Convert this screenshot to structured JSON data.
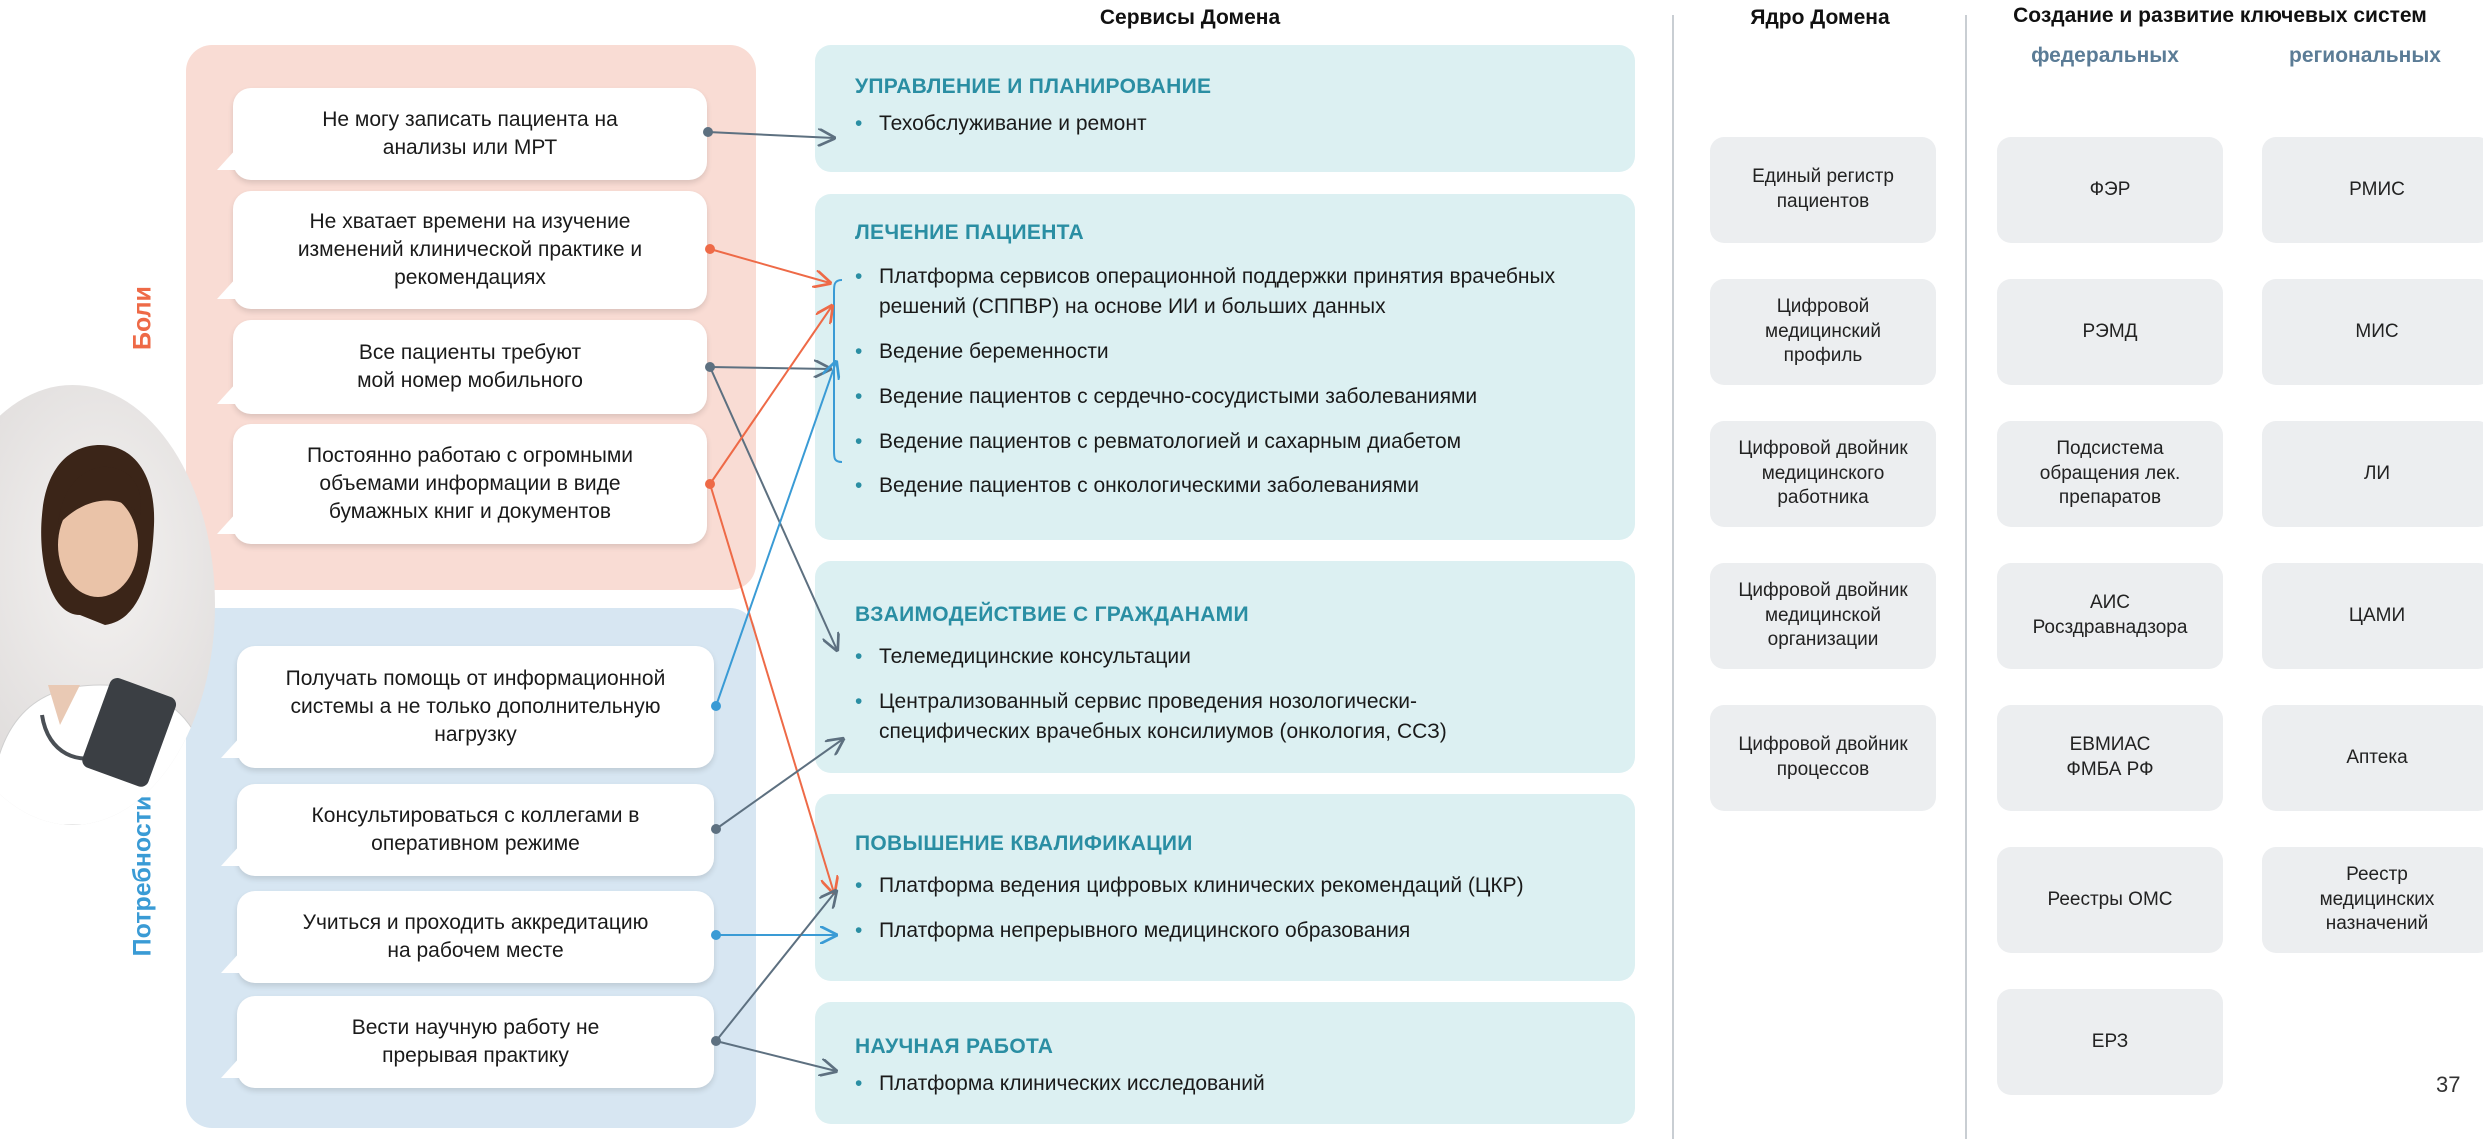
{
  "headers": {
    "services": "Сервисы Домена",
    "core": "Ядро Домена",
    "systems": "Создание и развитие ключевых систем",
    "federal": "федеральных",
    "regional": "региональных"
  },
  "side_labels": {
    "pains": "Боли",
    "needs": "Потребности"
  },
  "colors": {
    "pains": "#ee6a47",
    "needs": "#3a9bd5",
    "service_title": "#2a8ea3"
  },
  "pains": [
    "Не могу записать пациента на анализы или МРТ",
    "Не хватает времени на изучение изменений клинической практике и рекомендациях",
    "Все пациенты требуют мой номер мобильного",
    "Постоянно работаю с огромными объемами информации в виде бумажных книг и документов"
  ],
  "needs": [
    "Получать помощь от информационной системы а не только дополнительную нагрузку",
    "Консультироваться с коллегами в оперативном режиме",
    "Учиться и проходить аккредитацию на рабочем месте",
    "Вести научную работу не прерывая практику"
  ],
  "services": [
    {
      "title": "УПРАВЛЕНИЕ И ПЛАНИРОВАНИЕ",
      "items": [
        "Техобслуживание и ремонт"
      ]
    },
    {
      "title": "ЛЕЧЕНИЕ ПАЦИЕНТА",
      "items": [
        "Платформа сервисов операционной поддержки принятия врачебных решений (СППВР) на основе ИИ и больших данных",
        "Ведение беременности",
        "Ведение пациентов с сердечно-сосудистыми заболеваниями",
        "Ведение пациентов с ревматологией и сахарным диабетом",
        "Ведение пациентов с онкологическими заболеваниями"
      ]
    },
    {
      "title": "ВЗАИМОДЕЙСТВИЕ С ГРАЖДАНАМИ",
      "items": [
        "Телемедицинские консультации",
        "Централизованный сервис проведения нозологически-специфических врачебных консилиумов (онкология,  ССЗ)"
      ]
    },
    {
      "title": "ПОВЫШЕНИЕ КВАЛИФИКАЦИИ",
      "items": [
        "Платформа ведения цифровых клинических рекомендаций (ЦКР)",
        "Платформа непрерывного медицинского образования"
      ]
    },
    {
      "title": "НАУЧНАЯ РАБОТА",
      "items": [
        "Платформа клинических исследований"
      ]
    }
  ],
  "core": [
    "Единый регистр пациентов",
    "Цифровой медицинский профиль",
    "Цифровой двойник медицинского работника",
    "Цифровой двойник медицинской организации",
    "Цифровой двойник процессов"
  ],
  "federal": [
    "ФЭР",
    "РЭМД",
    "Подсистема обращения лек. препаратов",
    "АИС Росздравнадзора",
    "ЕВМИАС ФМБА РФ",
    "Реестры ОМС",
    "ЕРЗ"
  ],
  "regional": [
    "РМИС",
    "МИС",
    "ЛИ",
    "ЦАМИ",
    "Аптека",
    "Реестр медицинских назначений"
  ],
  "page_number": "37"
}
